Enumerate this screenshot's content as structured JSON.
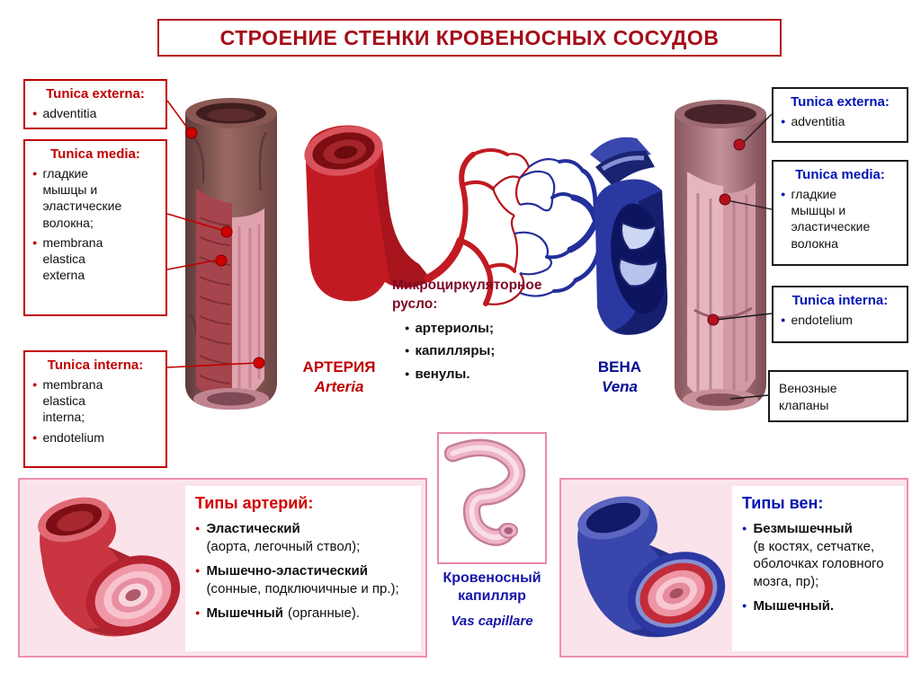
{
  "title": "СТРОЕНИЕ СТЕНКИ КРОВЕНОСНЫХ СОСУДОВ",
  "colors": {
    "red_accent": "#c00000",
    "title_red": "#a40e1a",
    "blue_accent": "#0014b4",
    "vein_blue": "#000a96",
    "pink_background": "#fbe3ec",
    "pink_border": "#ef8fae"
  },
  "left_panel": {
    "externa": {
      "header": "Tunica externa:",
      "items": [
        "adventitia"
      ]
    },
    "media": {
      "header": "Tunica media:",
      "items": [
        "гладкие мышцы и эластические волокна;",
        "membrana elastica externa"
      ]
    },
    "interna": {
      "header": "Tunica interna:",
      "items": [
        "membrana elastica interna;",
        "endotelium"
      ]
    }
  },
  "right_panel": {
    "externa": {
      "header": "Tunica externa:",
      "items": [
        "adventitia"
      ]
    },
    "media": {
      "header": "Tunica media:",
      "items": [
        "гладкие мышцы и эластические волокна"
      ]
    },
    "interna": {
      "header": "Tunica interna:",
      "items": [
        "endotelium"
      ]
    },
    "valves": "Венозные клапаны"
  },
  "center": {
    "artery": {
      "name": "АРТЕРИЯ",
      "latin": "Arteria"
    },
    "vein": {
      "name": "ВЕНА",
      "latin": "Vena"
    },
    "micro": {
      "header": "Микроциркуляторное русло:",
      "items": [
        "артериолы;",
        "капилляры;",
        "венулы."
      ]
    }
  },
  "bottom": {
    "artery_types": {
      "header": "Типы артерий:",
      "items": [
        {
          "term": "Эластический",
          "desc": "(аорта, легочный ствол);"
        },
        {
          "term": "Мышечно-эластический",
          "desc": "(сонные, подключичные и пр.);"
        },
        {
          "term": "Мышечный",
          "desc": "(органные)."
        }
      ]
    },
    "capillary": {
      "label": "Кровеносный капилляр",
      "latin": "Vas capillare"
    },
    "vein_types": {
      "header": "Типы вен:",
      "items": [
        {
          "term": "Безмышечный",
          "desc": "(в костях, сетчатке, оболочках головного мозга, пр);"
        },
        {
          "term": "Мышечный.",
          "desc": ""
        }
      ]
    }
  }
}
